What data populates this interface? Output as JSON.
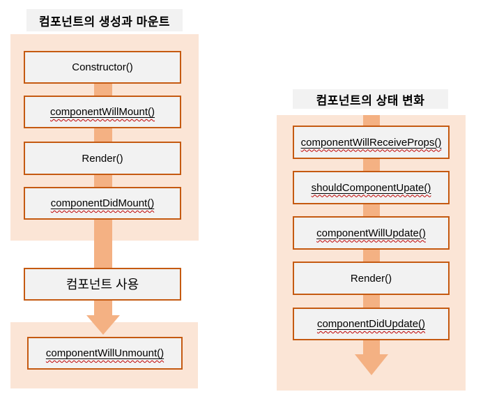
{
  "diagram": {
    "left": {
      "title": "컴포넌트의 생성과 마운트",
      "boxes": [
        {
          "label": "Constructor()"
        },
        {
          "label": "componentWillMount()"
        },
        {
          "label": "Render()"
        },
        {
          "label": "componentDidMount()"
        },
        {
          "label": "컴포넌트 사용"
        },
        {
          "label": "componentWillUnmount()"
        }
      ]
    },
    "right": {
      "title": "컴포넌트의 상태 변화",
      "boxes": [
        {
          "label": "componentWillReceiveProps()"
        },
        {
          "label": "shouldComponentUpate()"
        },
        {
          "label": "componentWillUpdate()"
        },
        {
          "label": "Render()"
        },
        {
          "label": "componentDidUpdate()"
        }
      ]
    },
    "colors": {
      "panel_bg": "#fbe5d6",
      "arrow": "#f4b183",
      "box_border": "#c55a11",
      "box_bg": "#f2f2f2",
      "title_bg": "#f2f2f2",
      "spellcheck_squiggle": "#c00000",
      "text": "#000000"
    }
  }
}
